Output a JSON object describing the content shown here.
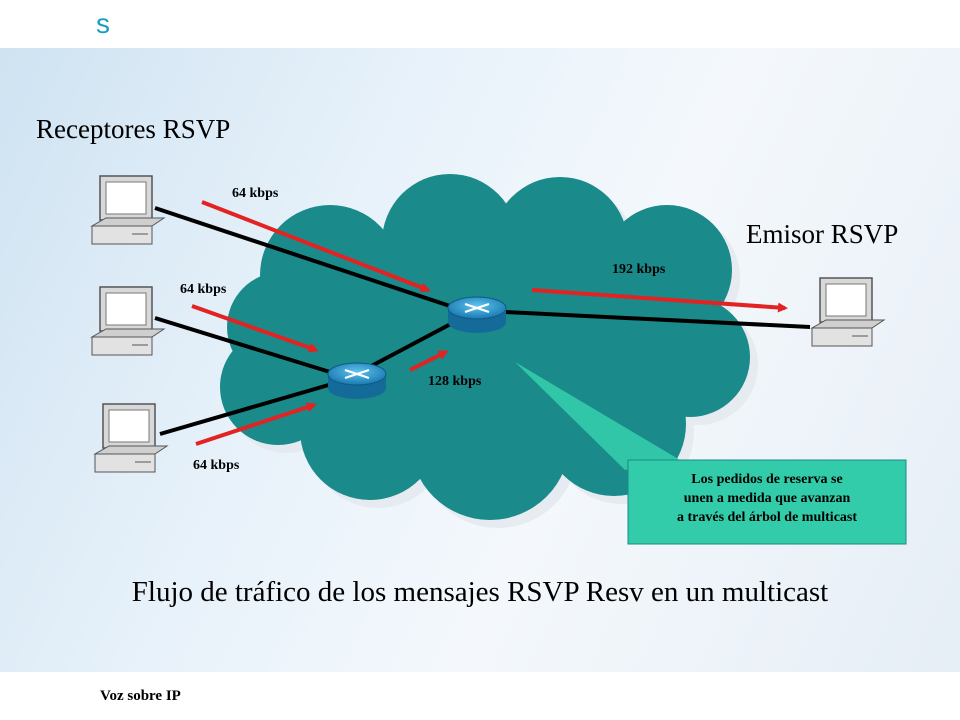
{
  "header": {
    "logo": "s"
  },
  "labels": {
    "receivers": "Receptores RSVP",
    "sender": "Emisor RSVP",
    "rate_r1": "64 kbps",
    "rate_r2": "64 kbps",
    "rate_r3": "64 kbps",
    "rate_merge": "128 kbps",
    "rate_sender": "192 kbps"
  },
  "callout": {
    "line1": "Los pedidos de reserva se",
    "line2": "unen a medida que avanzan",
    "line3": "a través del árbol de multicast"
  },
  "title": "Flujo de tráfico de los mensajes  RSVP Resv en un multicast",
  "footer": "Voz sobre IP",
  "colors": {
    "cloud": "#1a8a8a",
    "arrow": "#e32222",
    "callout": "#33ccaa",
    "router": "#1e8fc7"
  }
}
